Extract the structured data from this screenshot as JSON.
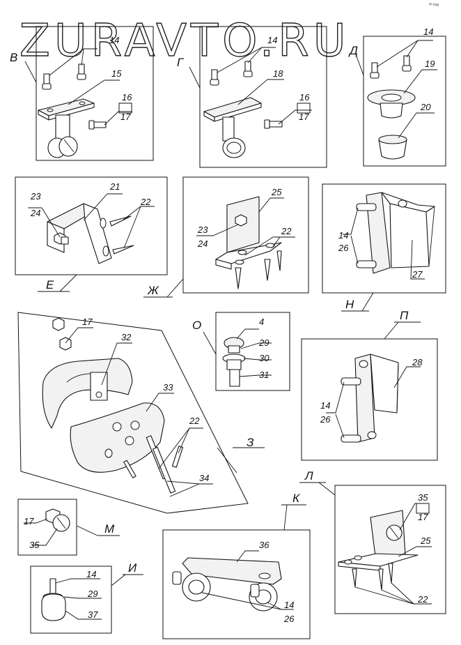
{
  "watermark": "ZURAVTO.RU",
  "corner_note": "4ª изд",
  "views": {
    "V": {
      "letter": "В",
      "labels": {
        "a": "14",
        "b": "15",
        "c": "16",
        "d": "17"
      }
    },
    "G": {
      "letter": "Г",
      "labels": {
        "a": "14",
        "b": "18",
        "c": "16",
        "d": "17"
      }
    },
    "D": {
      "letter": "Д",
      "labels": {
        "a": "14",
        "b": "19",
        "c": "20"
      }
    },
    "E": {
      "letter": "Е",
      "labels": {
        "a": "23",
        "b": "24",
        "c": "21",
        "d": "22"
      }
    },
    "ZH": {
      "letter": "Ж",
      "labels": {
        "a": "25",
        "b": "23",
        "c": "24",
        "d": "22"
      }
    },
    "N": {
      "letter": "Н",
      "labels": {
        "a": "14",
        "b": "26",
        "c": "27"
      }
    },
    "O": {
      "letter": "О",
      "labels": {
        "a": "4",
        "b": "29",
        "c": "30",
        "d": "31"
      }
    },
    "P": {
      "letter": "П",
      "labels": {
        "a": "28",
        "b": "14",
        "c": "26"
      }
    },
    "Z": {
      "letter": "З",
      "labels": {
        "a": "17",
        "b": "32",
        "c": "33",
        "d": "22",
        "e": "34"
      }
    },
    "M": {
      "letter": "М",
      "labels": {
        "a": "17",
        "b": "35"
      }
    },
    "I": {
      "letter": "И",
      "labels": {
        "a": "14",
        "b": "29",
        "c": "37"
      }
    },
    "K": {
      "letter": "К",
      "labels": {
        "a": "36",
        "b": "14",
        "c": "26"
      }
    },
    "L": {
      "letter": "Л",
      "labels": {
        "a": "35",
        "b": "17",
        "c": "25",
        "d": "22"
      }
    }
  }
}
